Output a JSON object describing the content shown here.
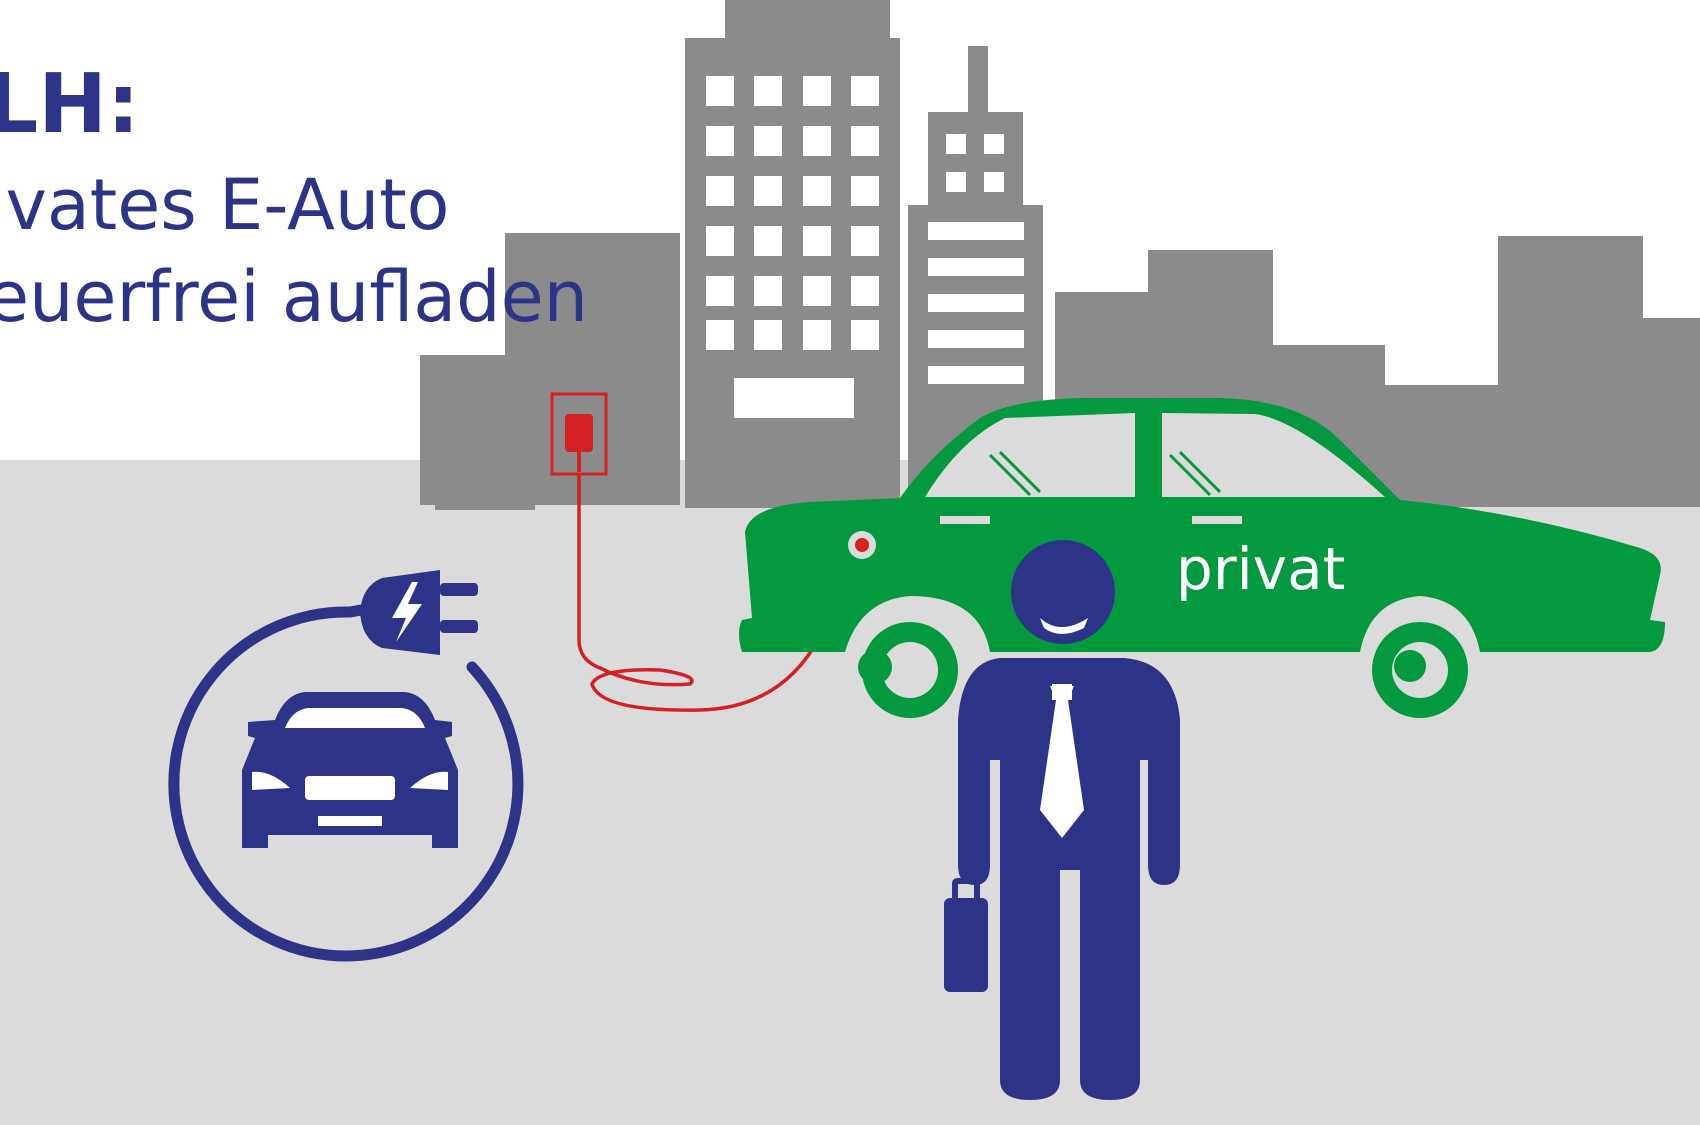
{
  "headline": {
    "line1": "LH:",
    "line2": "ivates E-Auto",
    "line3": "euerfrei aufladen"
  },
  "car": {
    "label": "privat"
  },
  "colors": {
    "brand_blue": "#2d3386",
    "car_green": "#02993f",
    "city_gray": "#8b8b8b",
    "ground_gray": "#dbdbdb",
    "cable_red": "#d52024"
  },
  "icons": [
    "ev-charging-icon",
    "wall-socket-icon",
    "charging-cable",
    "city-skyline",
    "businessman-figure",
    "briefcase-icon"
  ]
}
